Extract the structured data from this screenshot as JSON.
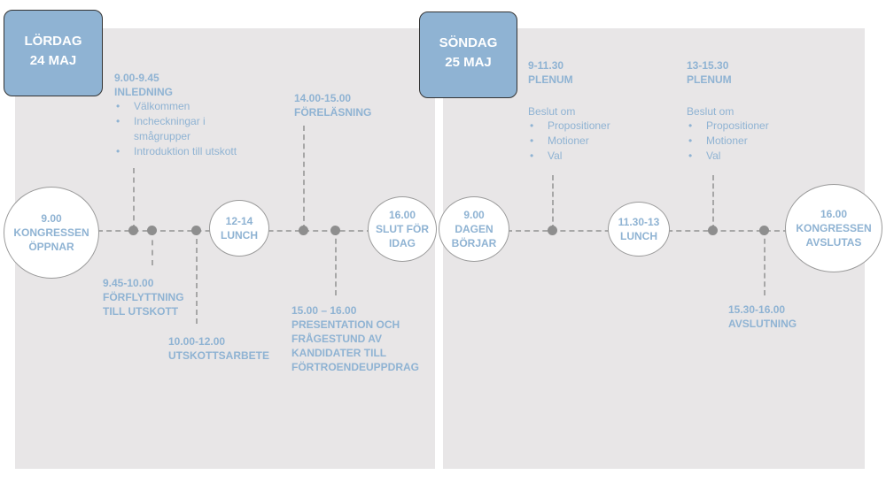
{
  "days": {
    "saturday": {
      "label_line1": "LÖRDAG",
      "label_line2": "24 MAJ"
    },
    "sunday": {
      "label_line1": "SÖNDAG",
      "label_line2": "25 MAJ"
    }
  },
  "saturday": {
    "start": {
      "time": "9.00",
      "line1": "KONGRESSEN",
      "line2": "ÖPPNAR"
    },
    "inledning": {
      "time": "9.00-9.45",
      "title": "INLEDNING",
      "items": [
        "Välkommen",
        "Incheckningar i",
        "smågrupper",
        "Introduktion till utskott"
      ]
    },
    "forflyttning": {
      "time": "9.45-10.00",
      "line1": "FÖRFLYTTNING",
      "line2": "TILL UTSKOTT"
    },
    "utskott": {
      "time": "10.00-12.00",
      "title": "UTSKOTTSARBETE"
    },
    "lunch": {
      "time": "12-14",
      "title": "LUNCH"
    },
    "forelasning": {
      "time": "14.00-15.00",
      "title": "FÖRELÄSNING"
    },
    "presentation": {
      "time": "15.00 – 16.00",
      "line1": "PRESENTATION OCH",
      "line2": "FRÅGESTUND AV",
      "line3": "KANDIDATER TILL",
      "line4": "FÖRTROENDEUPPDRAG"
    },
    "end": {
      "time": "16.00",
      "line1": "SLUT FÖR",
      "line2": "IDAG"
    }
  },
  "sunday": {
    "start": {
      "time": "9.00",
      "line1": "DAGEN",
      "line2": "BÖRJAR"
    },
    "plenum1": {
      "time": "9-11.30",
      "title": "PLENUM",
      "intro": "Beslut om",
      "items": [
        "Propositioner",
        "Motioner",
        "Val"
      ]
    },
    "lunch": {
      "time": "11.30-13",
      "title": "LUNCH"
    },
    "plenum2": {
      "time": "13-15.30",
      "title": "PLENUM",
      "intro": "Beslut om",
      "items": [
        "Propositioner",
        "Motioner",
        "Val"
      ]
    },
    "avslutning": {
      "time": "15.30-16.00",
      "title": "AVSLUTNING"
    },
    "end": {
      "time": "16.00",
      "line1": "KONGRESSEN",
      "line2": "AVSLUTAS"
    }
  },
  "colors": {
    "accent": "#8fb3d3",
    "panel": "#e8e6e7",
    "line": "#a7a7a7",
    "dot": "#8e8e8e"
  }
}
